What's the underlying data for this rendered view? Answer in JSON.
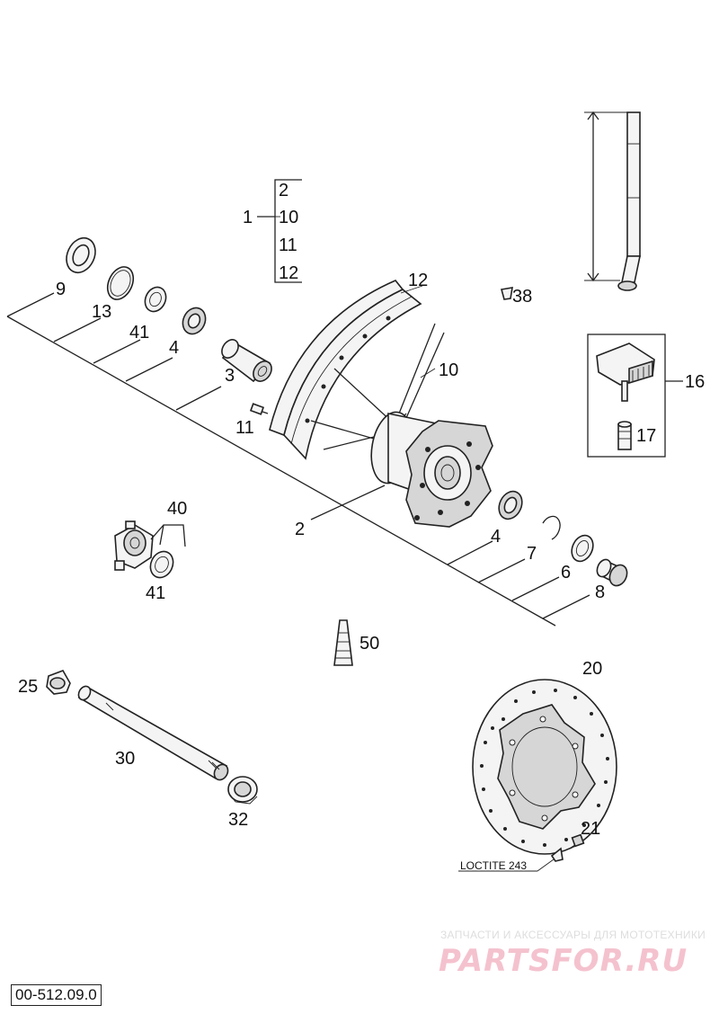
{
  "callouts": {
    "c1": "1",
    "c2_top": "2",
    "c10_top": "10",
    "c11_top": "11",
    "c12_top": "12",
    "c9": "9",
    "c13": "13",
    "c41_upper": "41",
    "c4_upper": "4",
    "c3": "3",
    "c11": "11",
    "c12": "12",
    "c10": "10",
    "c2": "2",
    "c38": "38",
    "c16": "16",
    "c17": "17",
    "c4_lower": "4",
    "c7": "7",
    "c6": "6",
    "c8": "8",
    "c40": "40",
    "c41_lower": "41",
    "c50": "50",
    "c25": "25",
    "c30": "30",
    "c32": "32",
    "c20": "20",
    "c21": "21"
  },
  "annotation": {
    "loctite": "LOCTITE 243"
  },
  "watermark": {
    "top_text": "ЗАПЧАСТИ И АКСЕССУАРЫ ДЛЯ МОТОТЕХНИКИ",
    "brand": "PARTSFOR.RU",
    "color": "#f3b8c6"
  },
  "catalog_code": "00-512.09.0"
}
